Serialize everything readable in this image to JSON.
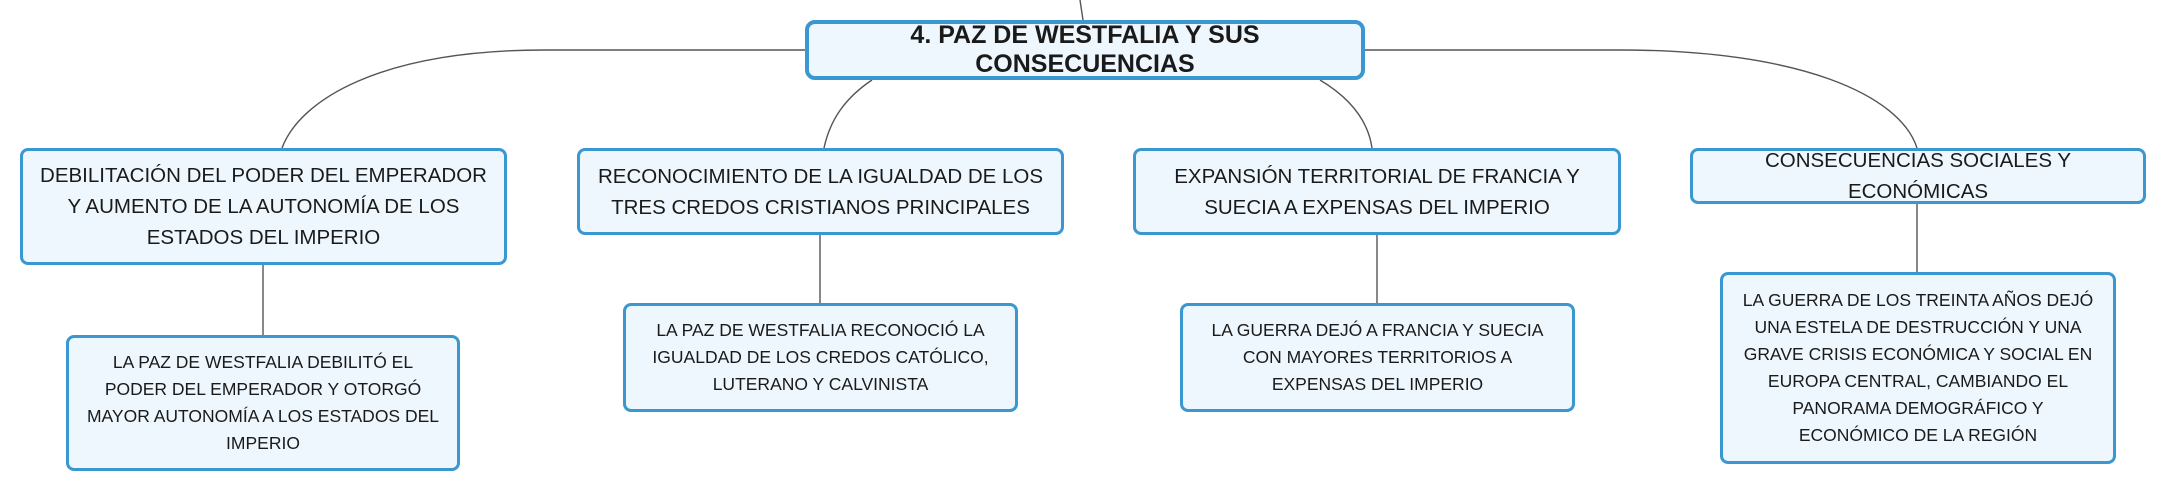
{
  "root": {
    "label": "4. PAZ DE WESTFALIA Y SUS CONSECUENCIAS"
  },
  "branches": [
    {
      "label": "DEBILITACIÓN DEL PODER DEL EMPERADOR Y AUMENTO DE LA AUTONOMÍA DE LOS ESTADOS DEL IMPERIO",
      "detail": "LA PAZ DE WESTFALIA DEBILITÓ EL PODER DEL EMPERADOR Y OTORGÓ MAYOR AUTONOMÍA A LOS ESTADOS DEL IMPERIO"
    },
    {
      "label": "RECONOCIMIENTO DE LA IGUALDAD DE LOS TRES CREDOS CRISTIANOS PRINCIPALES",
      "detail": "LA PAZ DE WESTFALIA RECONOCIÓ LA IGUALDAD DE LOS CREDOS CATÓLICO, LUTERANO Y CALVINISTA"
    },
    {
      "label": "EXPANSIÓN TERRITORIAL DE FRANCIA Y SUECIA A EXPENSAS DEL IMPERIO",
      "detail": "LA GUERRA DEJÓ A FRANCIA Y SUECIA CON MAYORES TERRITORIOS A EXPENSAS DEL IMPERIO"
    },
    {
      "label": "CONSECUENCIAS SOCIALES Y ECONÓMICAS",
      "detail": "LA GUERRA DE LOS TREINTA AÑOS DEJÓ UNA ESTELA DE DESTRUCCIÓN Y UNA GRAVE CRISIS ECONÓMICA Y SOCIAL EN EUROPA CENTRAL, CAMBIANDO EL PANORAMA DEMOGRÁFICO Y ECONÓMICO DE LA REGIÓN"
    }
  ]
}
